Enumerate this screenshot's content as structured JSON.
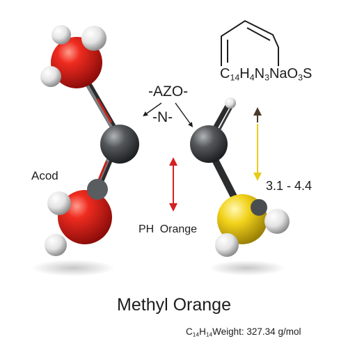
{
  "labels": {
    "azo": "-AZO-",
    "n": "-N-",
    "acod": "Acod",
    "ph": "PH",
    "orange": "Orange",
    "range": "3.1 - 4.4",
    "title": "Methyl Orange"
  },
  "formula": {
    "top": [
      {
        "t": "C",
        "sub": "14"
      },
      {
        "t": "H",
        "sub": "4"
      },
      {
        "t": "N",
        "sub": "3"
      },
      {
        "t": "NaO",
        "sub": "3"
      },
      {
        "t": "S",
        "sub": ""
      }
    ],
    "bottom": [
      {
        "t": "C",
        "sub": "14"
      },
      {
        "t": "H",
        "sub": "14"
      }
    ],
    "weight": "Weight: 327.34 g/mol"
  },
  "colors": {
    "carbon": "#4a4d50",
    "oxygen": "#e0201b",
    "hydrogen": "#ececec",
    "sulfur": "#f2d21a",
    "red_arrow": "#d42020",
    "yellow_arrow": "#e6cc1a",
    "dark_arrow": "#4a3a2a"
  }
}
